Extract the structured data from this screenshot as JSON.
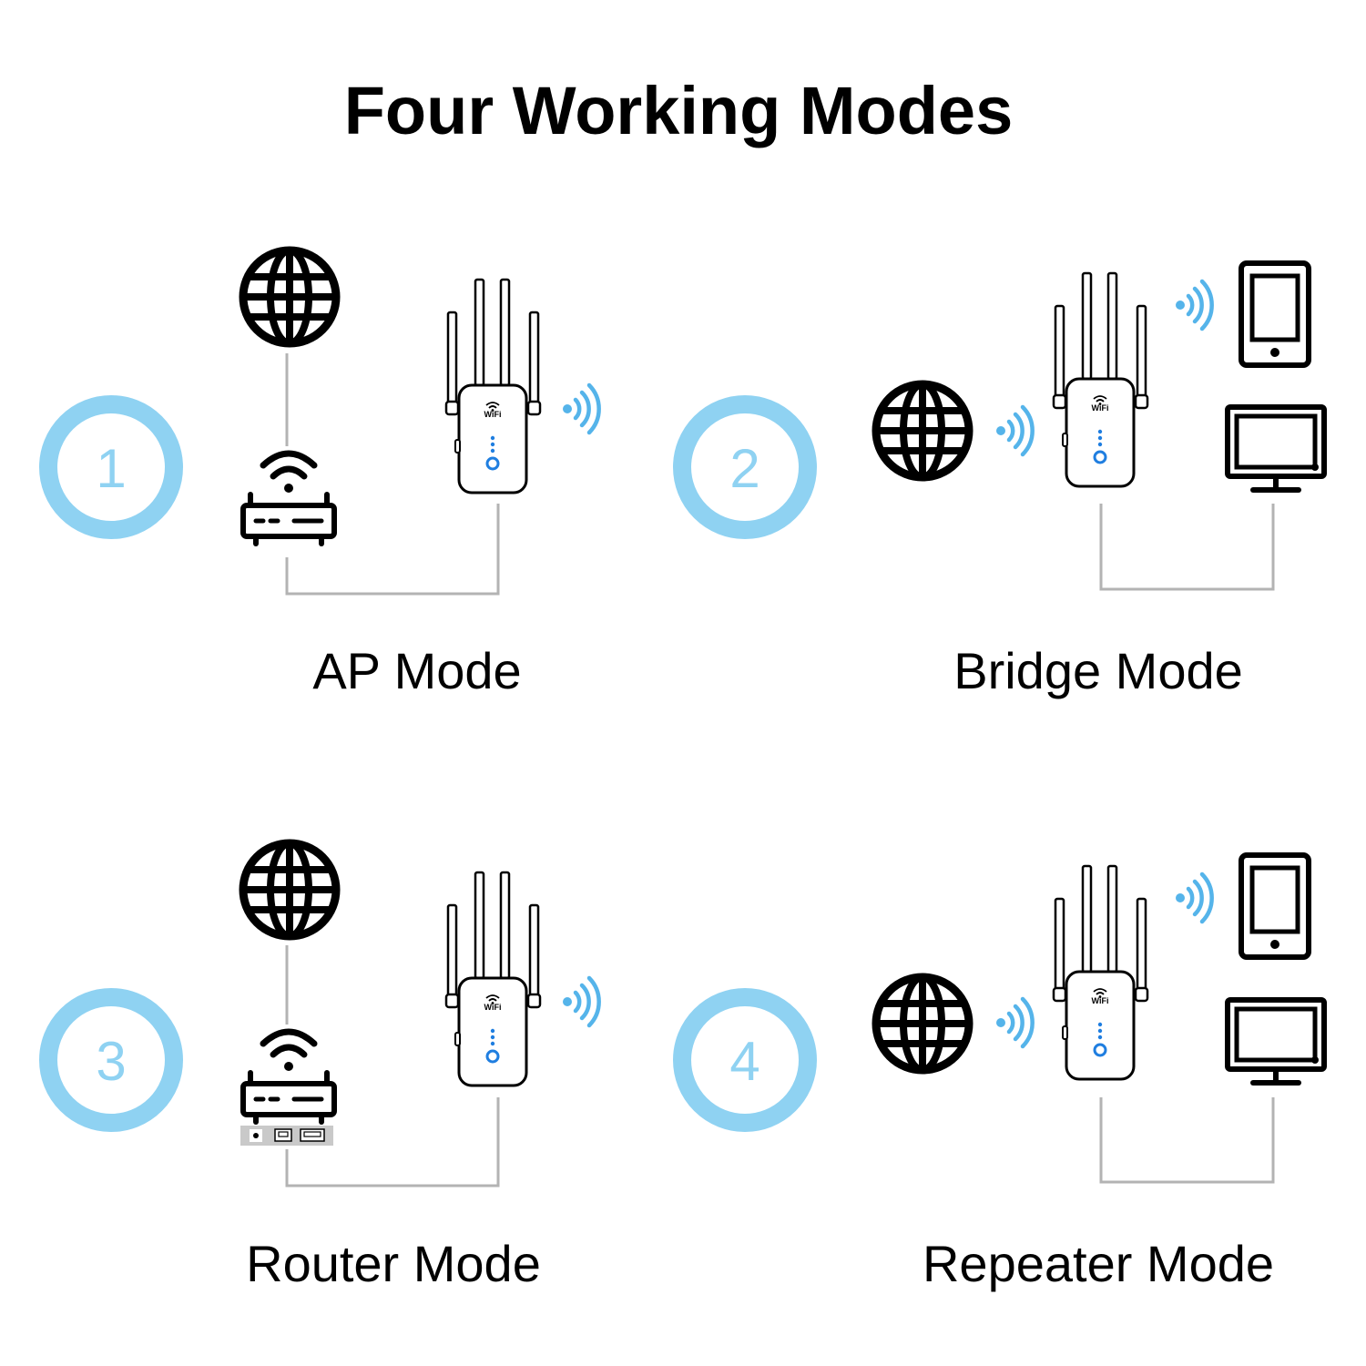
{
  "title": "Four Working Modes",
  "accent_color": "#8fd2f2",
  "device_led_color": "#1f7ee0",
  "signal_color": "#55b4ea",
  "line_color": "#b3b3b3",
  "device_badge": "WiFi",
  "modes": [
    {
      "number": "1",
      "label": "AP Mode",
      "icons": [
        "globe-icon",
        "router-icon",
        "extender-icon",
        "wifi-signal-icon"
      ]
    },
    {
      "number": "2",
      "label": "Bridge Mode",
      "icons": [
        "globe-icon",
        "wifi-signal-icon",
        "extender-icon",
        "tablet-icon",
        "monitor-icon"
      ]
    },
    {
      "number": "3",
      "label": "Router Mode",
      "icons": [
        "globe-icon",
        "router-icon",
        "ethernet-ports-icon",
        "extender-icon",
        "wifi-signal-icon"
      ]
    },
    {
      "number": "4",
      "label": "Repeater Mode",
      "icons": [
        "globe-icon",
        "wifi-signal-icon",
        "extender-icon",
        "tablet-icon",
        "monitor-icon"
      ]
    }
  ]
}
